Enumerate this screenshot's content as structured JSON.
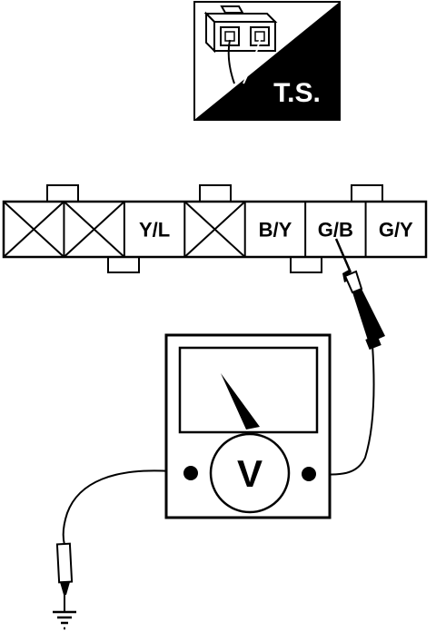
{
  "badge": {
    "icon": "connector-plug-icon",
    "label": "T.S."
  },
  "connector": {
    "pins": [
      {
        "label": "",
        "state": "unused"
      },
      {
        "label": "",
        "state": "unused"
      },
      {
        "label": "Y/L",
        "state": "wired"
      },
      {
        "label": "",
        "state": "unused"
      },
      {
        "label": "B/Y",
        "state": "wired"
      },
      {
        "label": "G/B",
        "state": "wired"
      },
      {
        "label": "G/Y",
        "state": "wired"
      }
    ],
    "probe_pin": "G/B"
  },
  "meter": {
    "icon": "voltmeter-icon",
    "symbol": "V"
  },
  "ground": {
    "icon": "ground-icon"
  }
}
